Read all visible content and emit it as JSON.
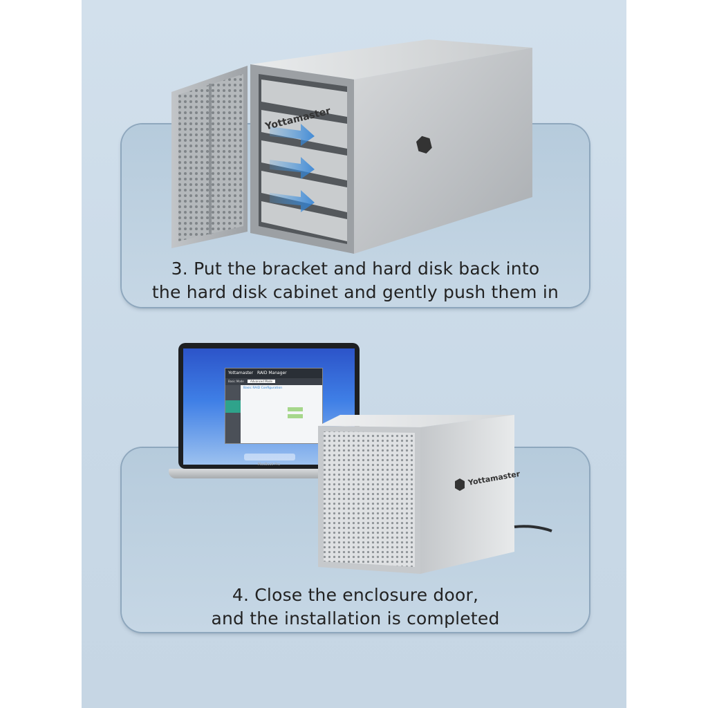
{
  "steps": [
    {
      "line1": "3. Put the bracket and hard disk back into",
      "line2": "the hard disk cabinet and gently push them in"
    },
    {
      "line1": "4. Close the enclosure door,",
      "line2": "and the installation is completed"
    }
  ],
  "brand": {
    "logo_text": "Yottamaster"
  },
  "laptop": {
    "model_label": "MacBook Pro",
    "app_title": "RAID Manager",
    "app_brand": "Yottamaster",
    "tab_basic": "Basic Mode",
    "tab_advanced": "Advanced Mode",
    "section_title": "Basic RAID Configuration"
  },
  "colors": {
    "background": "#c9d9e7",
    "panel": "#bccfdf",
    "panel_border": "#8ea7bd",
    "accent": "#3a86d0"
  },
  "icons": [
    "yottamaster-logo-icon",
    "arrow-right-icon"
  ]
}
